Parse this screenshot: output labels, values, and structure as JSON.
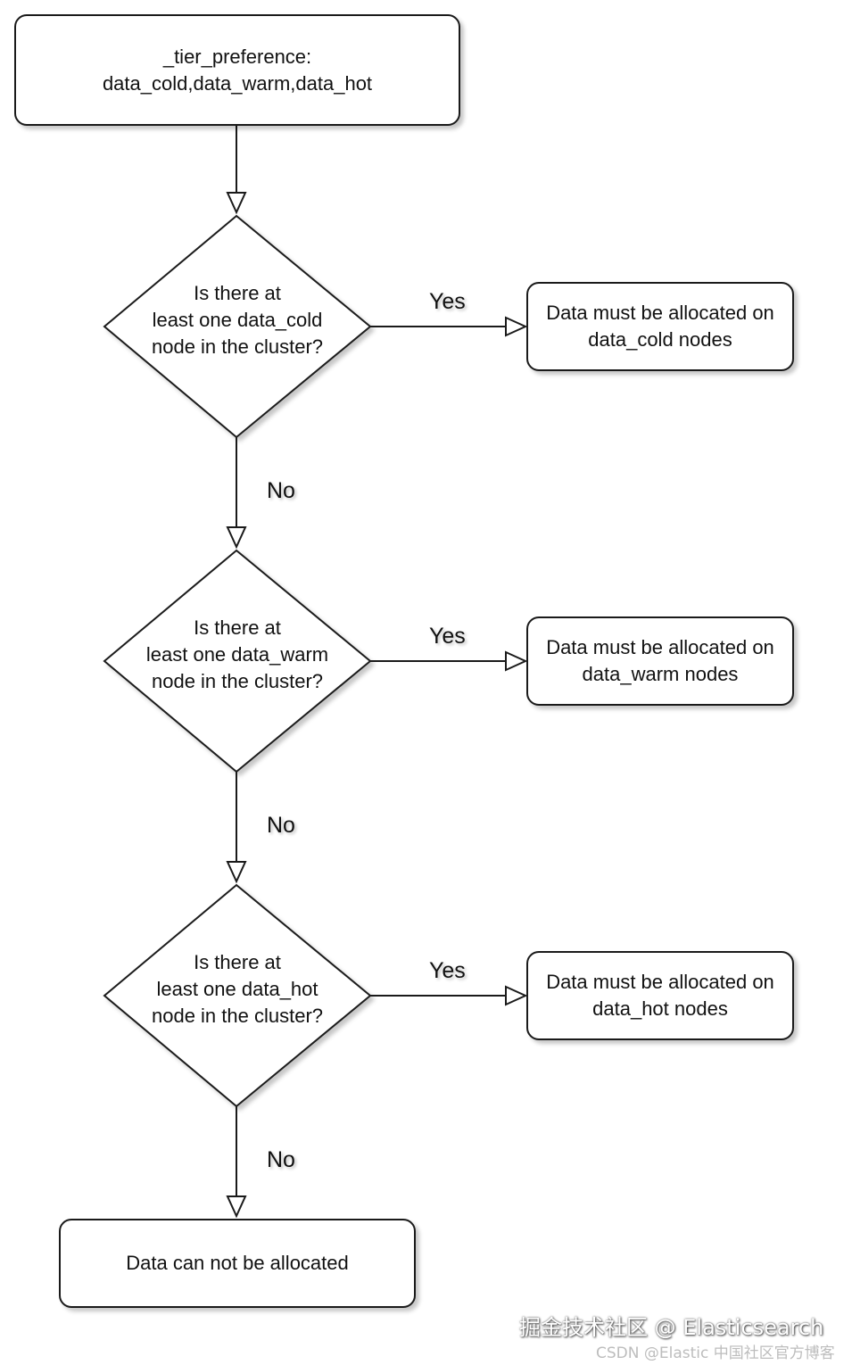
{
  "start": {
    "lines": [
      "_tier_preference:",
      "data_cold,data_warm,data_hot"
    ]
  },
  "decisions": [
    {
      "question": [
        "Is there at",
        "least one data_cold",
        "node in the cluster?"
      ],
      "yes_label": "Yes",
      "no_label": "No",
      "result": [
        "Data must be allocated on",
        "data_cold nodes"
      ]
    },
    {
      "question": [
        "Is there at",
        "least one data_warm",
        "node in the cluster?"
      ],
      "yes_label": "Yes",
      "no_label": "No",
      "result": [
        "Data must be allocated on",
        "data_warm nodes"
      ]
    },
    {
      "question": [
        "Is there at",
        "least one data_hot",
        "node in the cluster?"
      ],
      "yes_label": "Yes",
      "no_label": "No",
      "result": [
        "Data must be allocated on",
        "data_hot nodes"
      ]
    }
  ],
  "end": {
    "text": "Data can not be allocated"
  },
  "watermark": {
    "main": "掘金技术社区 @ Elasticsearch",
    "sub": "CSDN @Elastic 中国社区官方博客"
  },
  "colors": {
    "stroke": "#1a1a1a",
    "background": "#ffffff"
  }
}
